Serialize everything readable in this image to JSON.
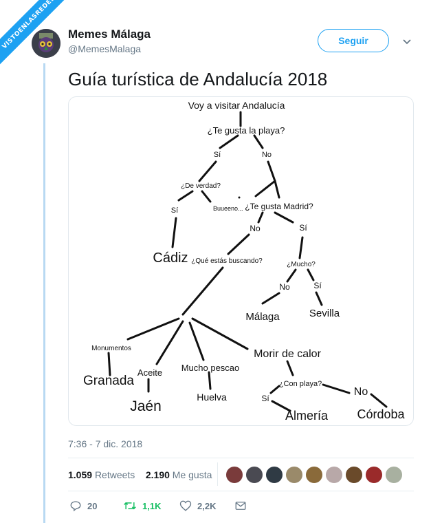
{
  "watermark": "VISTOENLASREDES",
  "author": {
    "name": "Memes Málaga",
    "handle": "@MemesMalaga"
  },
  "follow_label": "Seguir",
  "tweet_text": "Guía turística de Andalucía 2018",
  "flowchart": {
    "root": "Voy a visitar Andalucía",
    "q_beach": "¿Te gusta la playa?",
    "si1": "Sí",
    "no1": "No",
    "q_really": "¿De verdad?",
    "si2": "Sí",
    "bueno": "Buueeno...",
    "q_madrid": "¿Te gusta Madrid?",
    "no3": "No",
    "si3": "Sí",
    "cadiz": "Cádiz",
    "q_looking": "¿Qué estás buscando?",
    "q_mucho": "¿Mucho?",
    "no4": "No",
    "si4": "Sí",
    "malaga": "Málaga",
    "sevilla": "Sevilla",
    "monumentos": "Monumentos",
    "aceite": "Aceite",
    "pescao": "Mucho pescao",
    "calor": "Morir de calor",
    "granada": "Granada",
    "jaen": "Jaén",
    "huelva": "Huelva",
    "q_conplaya": "¿Con playa?",
    "si5": "Sí",
    "no5": "No",
    "almeria": "Almería",
    "cordoba": "Córdoba"
  },
  "timestamp": "7:36 - 7 dic. 2018",
  "stats": {
    "retweets_count": "1.059",
    "retweets_label": "Retweets",
    "likes_count": "2.190",
    "likes_label": "Me gusta"
  },
  "actions": {
    "reply_count": "20",
    "retweet_count": "1,1K",
    "like_count": "2,2K"
  },
  "colors": {
    "accent": "#1da1f2",
    "retweet": "#17bf63",
    "thread": "#b8d9f2"
  }
}
